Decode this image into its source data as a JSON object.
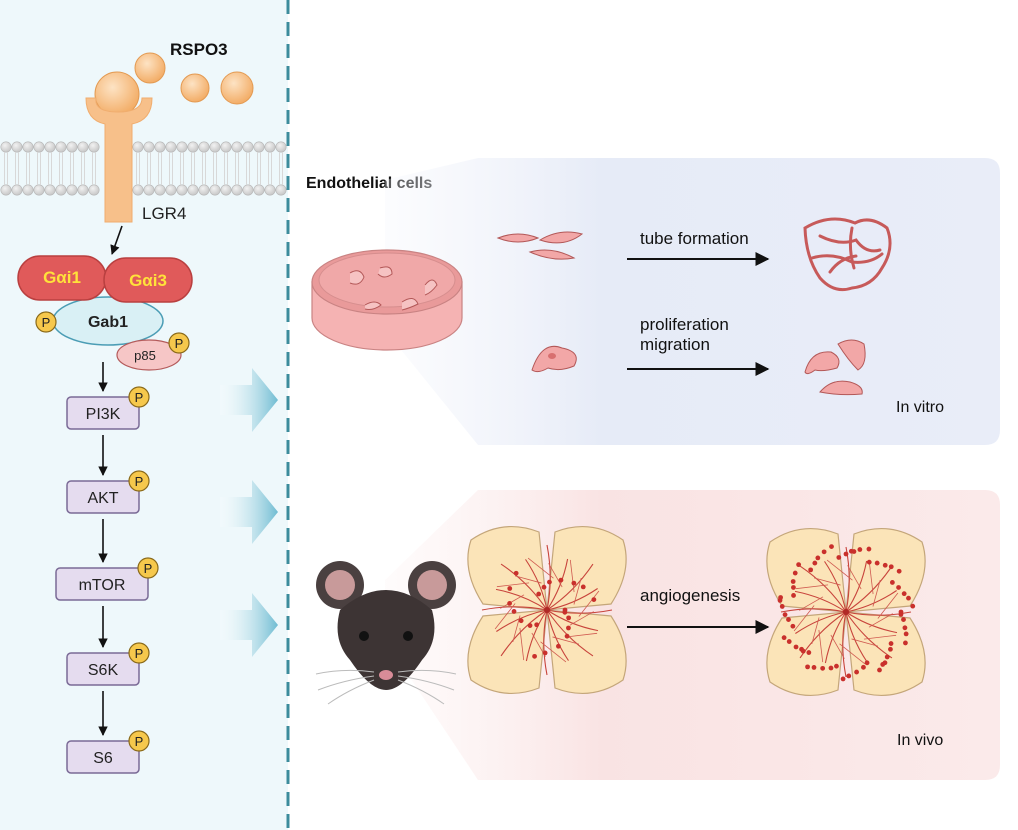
{
  "left_panel": {
    "ligand_label": "RSPO3",
    "receptor_label": "LGR4",
    "g_proteins": [
      "Gαi1",
      "Gαi3"
    ],
    "adaptor_label": "Gab1",
    "p85_label": "p85",
    "phospho_label": "P",
    "cascade": [
      "PI3K",
      "AKT",
      "mTOR",
      "S6K",
      "S6"
    ]
  },
  "right_panel": {
    "cell_type_label": "Endothelial cells",
    "in_vitro": {
      "processes": [
        "tube formation",
        "proliferation",
        "migration"
      ],
      "label": "In vitro"
    },
    "in_vivo": {
      "process": "angiogenesis",
      "label": "In vivo"
    }
  },
  "colors": {
    "left_bg": "#eef8fb",
    "divider": "#3c8c9c",
    "ligand": "#f6b877",
    "receptor": "#f7c08a",
    "galpha": "#e05a5a",
    "galpha_text": "#ffe23a",
    "gab1": "#d9f0f5",
    "kinase_box": "#e5dcef",
    "kinase_border": "#7a6a96",
    "phospho": "#f6c84c",
    "in_vitro_bg": "#e9edf8",
    "in_vivo_bg": "#fbeaea",
    "cell": "#f2a7a7",
    "big_arrow": "#7cc4d8"
  }
}
